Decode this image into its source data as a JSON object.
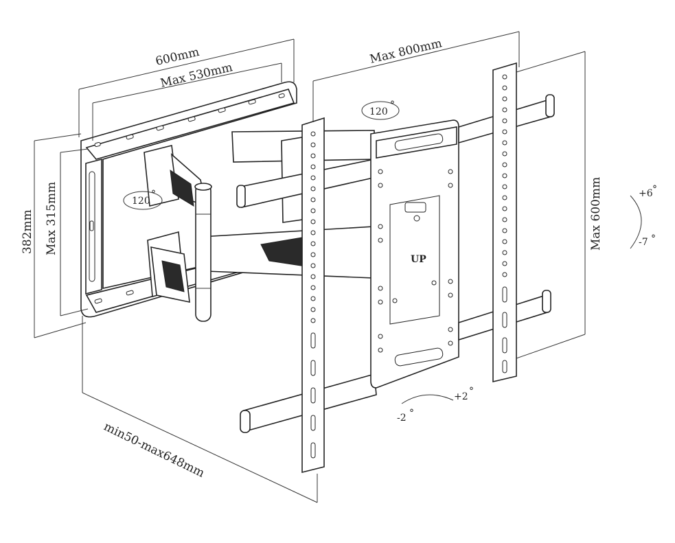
{
  "labels": {
    "wall_plate_width": "600mm",
    "wall_plate_hole_span": "Max 530mm",
    "wall_plate_height": "382mm",
    "wall_plate_hole_height": "Max 315mm",
    "vesa_width": "Max 800mm",
    "vesa_height": "Max 600mm",
    "extension": "min50-max648mm",
    "swivel_top": "120",
    "swivel_arm": "120",
    "tilt_up": "+6",
    "tilt_down": "-7",
    "level_plus": "+2",
    "level_minus": "-2",
    "up_marker": "UP",
    "degree": "°"
  }
}
